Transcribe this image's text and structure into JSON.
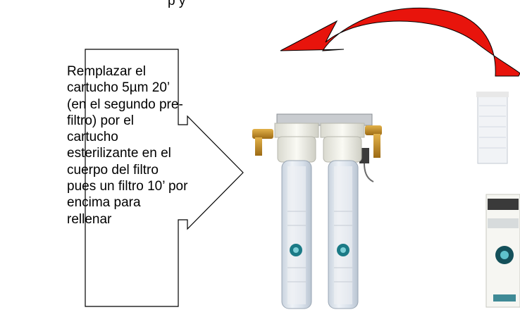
{
  "header_fragment": "p                                         y",
  "callout": {
    "lines": [
      "Remplazar el",
      "cartucho 5µm 20’",
      "(en el segundo pre-",
      "filtro) por el",
      "cartucho",
      "esterilizante en el",
      "cuerpo del filtro",
      "pues un filtro 10’ por",
      "encima para",
      "rellenar"
    ]
  },
  "colors": {
    "arrow_red": "#e8140c",
    "housing_white": "#f2f2ec",
    "tube_clear": "#dfe6ee",
    "brass": "#c08a24",
    "badge_teal": "#1b7a86"
  },
  "icons": {
    "curved_arrow": "curved-arrow-icon",
    "filter_unit": "twin-filter-icon",
    "cartridge_a": "sediment-cartridge-icon",
    "cartridge_b": "sterilizing-cartridge-icon"
  }
}
